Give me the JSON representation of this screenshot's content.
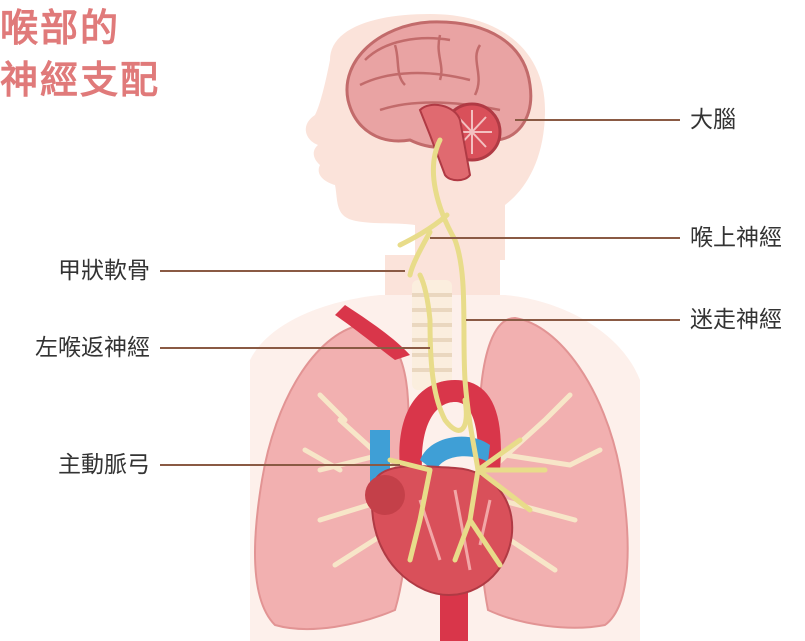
{
  "title": {
    "line1": "喉部的",
    "line2": "神經支配"
  },
  "labels": {
    "brain": "大腦",
    "superior_laryngeal": "喉上神經",
    "vagus": "迷走神經",
    "thyroid_cartilage": "甲狀軟骨",
    "recurrent_laryngeal": "左喉返神經",
    "aortic_arch": "主動脈弓"
  },
  "colors": {
    "title": "#e07a7a",
    "leader_line": "#8a5a44",
    "nerve": "#e8dc8a",
    "skin": "#fbe3da",
    "lung": "#f2b0b0",
    "heart": "#d9505a",
    "aorta": "#d9364a",
    "vein": "#3f9fd6",
    "brain": "#e9a3a3"
  }
}
